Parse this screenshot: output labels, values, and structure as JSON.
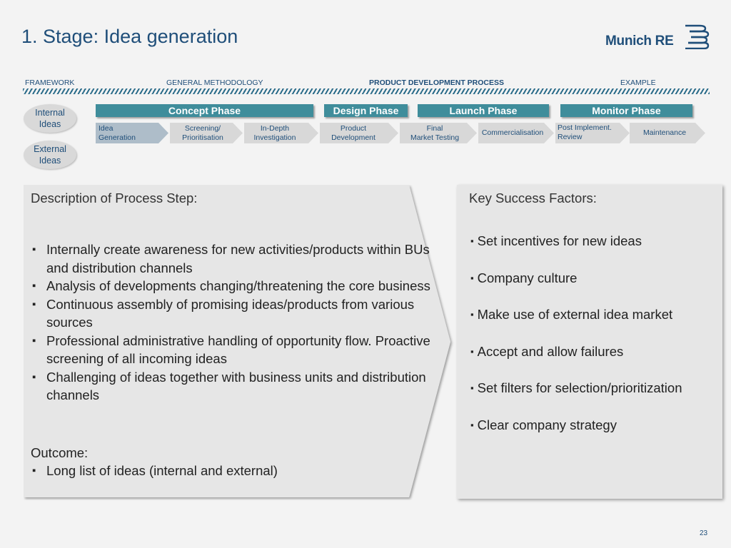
{
  "title": "1. Stage: Idea generation",
  "logo": {
    "text": "Munich RE"
  },
  "nav": {
    "items": [
      {
        "label": "FRAMEWORK",
        "active": false
      },
      {
        "label": "GENERAL METHODOLOGY",
        "active": false
      },
      {
        "label": "PRODUCT DEVELOPMENT PROCESS",
        "active": true
      },
      {
        "label": "EXAMPLE",
        "active": false
      }
    ]
  },
  "ideas": {
    "internal": "Internal Ideas",
    "external": "External Ideas"
  },
  "phases": [
    {
      "label": "Concept Phase"
    },
    {
      "label": "Design Phase"
    },
    {
      "label": "Launch Phase"
    },
    {
      "label": "Monitor Phase"
    }
  ],
  "steps": [
    {
      "label": "Idea\nGeneration",
      "active": true
    },
    {
      "label": "Screening/\nPrioritisation",
      "active": false
    },
    {
      "label": "In-Depth\nInvestigation",
      "active": false
    },
    {
      "label": "Product\nDevelopment",
      "active": false
    },
    {
      "label": "Final\nMarket Testing",
      "active": false
    },
    {
      "label": "Commercialisation",
      "active": false
    },
    {
      "label": "Post Implement.\nReview",
      "active": false
    },
    {
      "label": "Maintenance",
      "active": false
    }
  ],
  "description": {
    "heading": "Description of Process Step:",
    "bullets": [
      "Internally create awareness for new activities/products within BUs and distribution channels",
      "Analysis of developments changing/threatening the core business",
      "Continuous assembly of promising ideas/products from various sources",
      "Professional administrative handling of opportunity flow. Proactive screening of all incoming ideas",
      "Challenging of ideas together with business units and distribution channels"
    ],
    "outcome_heading": "Outcome:",
    "outcome_bullets": [
      "Long list of ideas (internal and external)"
    ]
  },
  "key_success_factors": {
    "heading": "Key Success Factors:",
    "items": [
      "Set incentives for new ideas",
      "Company culture",
      "Make use of external idea market",
      "Accept and allow failures",
      "Set filters for selection/prioritization",
      "Clear company strategy"
    ]
  },
  "page_number": "23",
  "colors": {
    "brand_blue": "#1f4e79",
    "phase_teal": "#3f8d9b",
    "step_grey": "#d8d8d8",
    "step_active": "#aebdc9"
  }
}
